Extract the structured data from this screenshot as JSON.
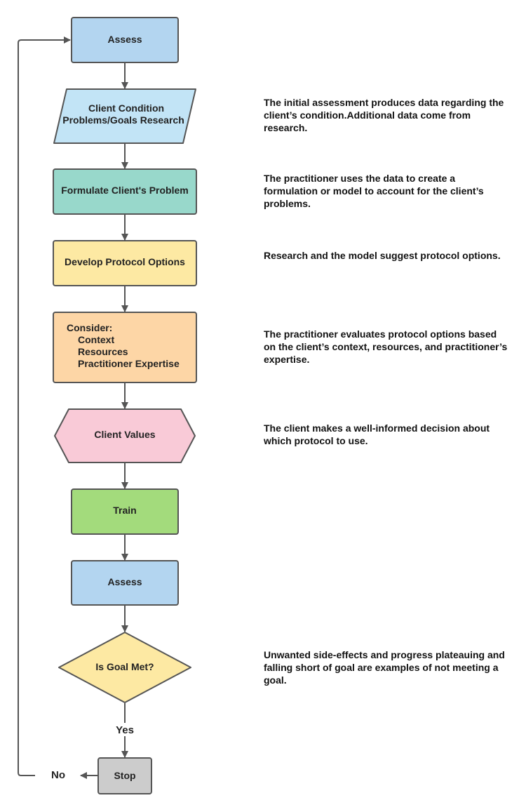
{
  "colors": {
    "stroke": "#555555",
    "assess_fill": "#b3d5f0",
    "condition_fill": "#c2e4f6",
    "formulate_fill": "#98d8cb",
    "develop_fill": "#fde9a3",
    "consider_fill": "#fdd6a6",
    "values_fill": "#f9cad7",
    "train_fill": "#a3db7c",
    "goal_fill": "#fde9a3",
    "stop_fill": "#cccccc"
  },
  "nodes": {
    "assess_top": "Assess",
    "client_condition": [
      "Client Condition",
      "Problems/Goals Research"
    ],
    "formulate": "Formulate Client's Problem",
    "develop": "Develop Protocol Options",
    "consider": [
      "Consider:",
      "Context",
      "Resources",
      "Practitioner Expertise"
    ],
    "client_values": "Client Values",
    "train": "Train",
    "assess_bottom": "Assess",
    "goal": "Is Goal Met?",
    "stop": "Stop"
  },
  "edge_labels": {
    "yes": "Yes",
    "no": "No"
  },
  "notes": {
    "condition": "The initial assessment produces data regarding the client’s condition.Additional data come from research.",
    "formulate": "The practitioner uses the data to create a formulation or model to account for the client’s problems.",
    "develop": "Research and the model suggest protocol options.",
    "consider": "The practitioner evaluates protocol options based on the client’s context, resources, and practitioner’s expertise.",
    "values": "The client makes a well-informed decision about which protocol to use.",
    "goal": "Unwanted side-effects and progress plateauing and falling short of goal are examples of not meeting a goal."
  }
}
